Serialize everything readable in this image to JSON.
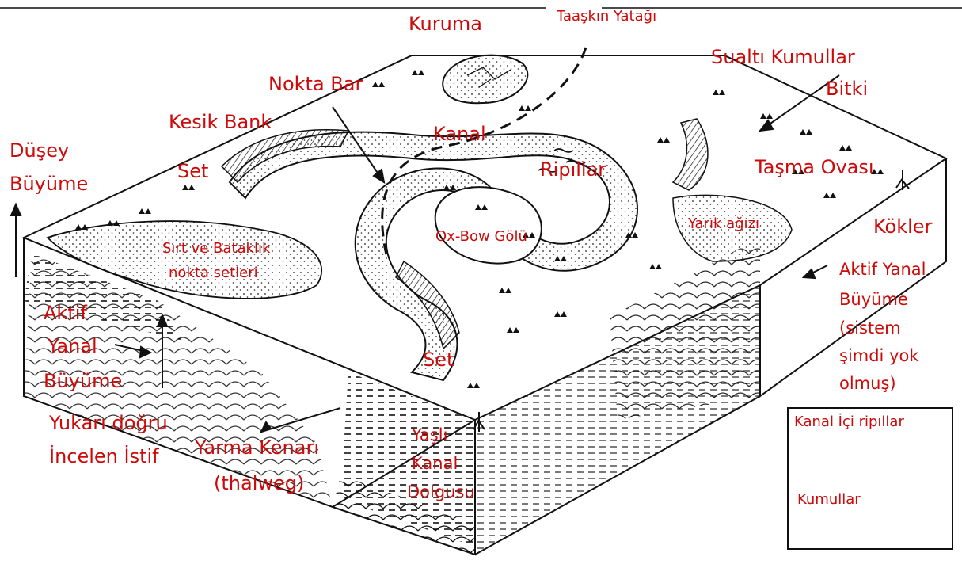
{
  "labels": {
    "tasma_yatagi": "Taaşkın Yatağı",
    "kuruma": "Kuruma",
    "sualti_kumullar": "Sualtı Kumullar",
    "bitki": "Bitki",
    "nokta_bar": "Nokta Bar",
    "kesik_bank": "Kesik Bank",
    "kanal": "Kanal",
    "duşey_buyume_1": "Düşey",
    "duşey_buyume_2": "Büyüme",
    "set_top": "Set",
    "ripillar": "Ripıllar",
    "tasma_ovasi": "Taşma Ovası",
    "ox_bow": "Ox-Bow Gölü",
    "yarik_agizi": "Yarık ağızı",
    "kokler": "Kökler",
    "sirt_1": "Sırt ve Bataklık",
    "sirt_2": "nokta setleri",
    "aktif_left_1": "Aktif",
    "aktif_left_2": "Yanal",
    "aktif_left_3": "Büyüme",
    "aktif_right_1": "Aktif Yanal",
    "aktif_right_2": "Büyüme",
    "aktif_right_3": "(sistem",
    "aktif_right_4": "şimdi yok",
    "aktif_right_5": "olmuş)",
    "set_bottom": "Set",
    "yukari_1": "Yukarı doğru",
    "yukari_2": "İncelen İstif",
    "yarma_1": "Yarma Kenarı",
    "yarma_2": "(thalweg)",
    "yasli_1": "Yaşlı",
    "yasli_2": "Kanal",
    "yasli_3": "Dolgusu"
  },
  "legend": {
    "ripples_title": "Kanal İçi ripıllar",
    "dunes_title": "Kumullar"
  },
  "colors": {
    "label": "#cc0a0a",
    "line": "#111111"
  }
}
